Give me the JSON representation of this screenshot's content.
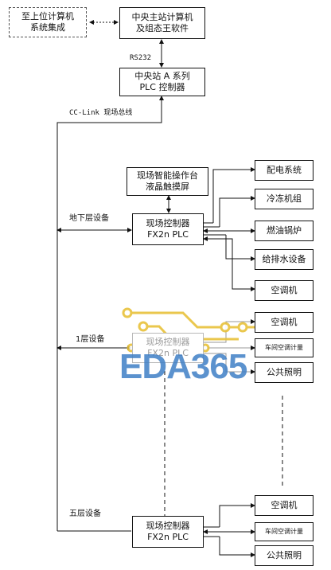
{
  "boxes": {
    "upper_system": [
      "至上位计算机",
      "系统集成"
    ],
    "central_computer": [
      "中央主站计算机",
      "及组态王软件"
    ],
    "central_plc": [
      "中央站 A 系列",
      "PLC 控制器"
    ],
    "hmi": [
      "现场智能操作台",
      "液晶触摸屏"
    ],
    "b_ctrl": [
      "现场控制器",
      "FX2n PLC"
    ],
    "b_dev1": "配电系统",
    "b_dev2": "冷冻机组",
    "b_dev3": "燃油锅炉",
    "b_dev4": "给排水设备",
    "b_dev5": "空调机",
    "f1_ctrl": [
      "现场控制器",
      "FX2n PLC"
    ],
    "f1_dev1": "空调机",
    "f1_dev2": "车间空调计量",
    "f1_dev3": "公共照明",
    "f5_ctrl": [
      "现场控制器",
      "FX2n PLC"
    ],
    "f5_dev1": "空调机",
    "f5_dev2": "车间空调计量",
    "f5_dev3": "公共照明"
  },
  "labels": {
    "rs232": "RS232",
    "cc_link": "CC-Link  现场总线",
    "basement": "地下层设备",
    "floor1": "1层设备",
    "floor5": "五层设备"
  },
  "watermark": "EDA365",
  "colors": {
    "line": "#111111",
    "watermark": "#3f7fc6",
    "watermark_circuit": "#e8c23a"
  }
}
